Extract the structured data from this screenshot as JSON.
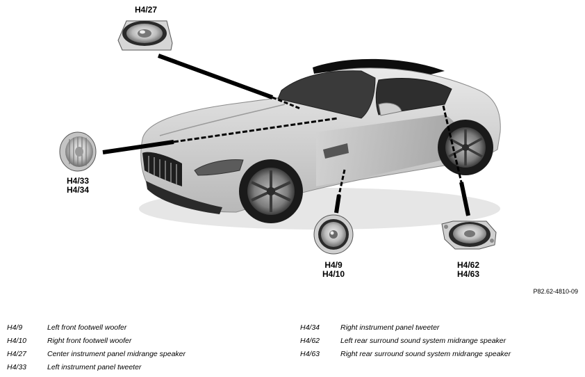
{
  "callouts": {
    "top": "H4/27",
    "left": [
      "H4/33",
      "H4/34"
    ],
    "center": [
      "H4/9",
      "H4/10"
    ],
    "right": [
      "H4/62",
      "H4/63"
    ]
  },
  "reference": "P82.62-4810-09",
  "legend": {
    "left": [
      {
        "code": "H4/9",
        "desc": "Left front footwell woofer"
      },
      {
        "code": "H4/10",
        "desc": "Right front footwell woofer"
      },
      {
        "code": "H4/27",
        "desc": "Center instrument panel midrange speaker"
      },
      {
        "code": "H4/33",
        "desc": "Left instrument panel tweeter"
      }
    ],
    "right": [
      {
        "code": "H4/34",
        "desc": "Right instrument panel tweeter"
      },
      {
        "code": "H4/62",
        "desc": "Left rear surround sound system midrange speaker"
      },
      {
        "code": "H4/63",
        "desc": "Right rear surround sound system midrange speaker"
      }
    ]
  }
}
